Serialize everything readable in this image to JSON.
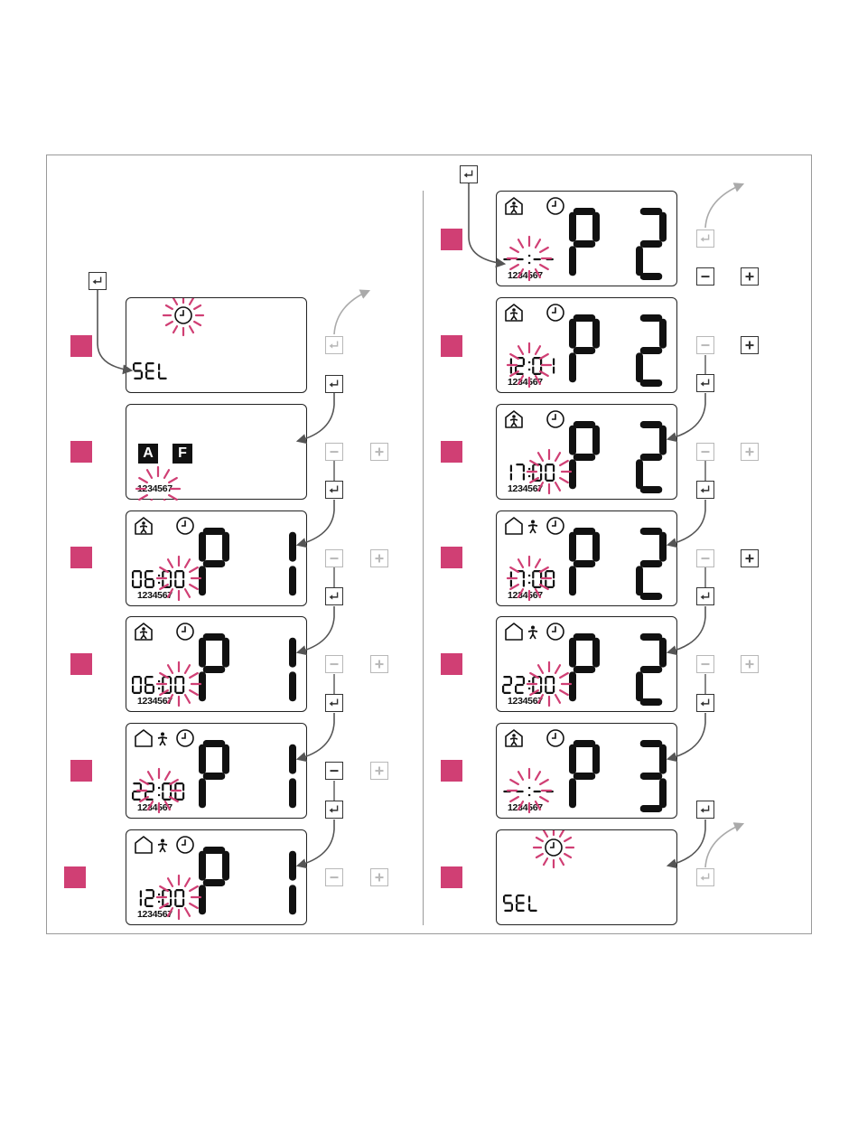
{
  "colors": {
    "marker": "#d03f74",
    "flash": "#d03f74",
    "lcd": "#111111",
    "button_dim": "#b8b8b8",
    "button": "#333333",
    "arrow": "#555555",
    "arrow_dim": "#aaaaaa"
  },
  "panels": [
    {
      "id": "l1",
      "sel_text": "SEL",
      "days": "",
      "program": "",
      "time": "",
      "icon": "clock",
      "flash": "clock"
    },
    {
      "id": "l2",
      "mode_a": "A",
      "mode_f": "F",
      "days": "1234567",
      "program": "",
      "time": "",
      "flash": "days"
    },
    {
      "id": "l3",
      "icon": "house-person-clock",
      "program": "P1",
      "time": "06:00",
      "days": "1234567",
      "flash": "time-minutes"
    },
    {
      "id": "l4",
      "icon": "house-person-clock",
      "program": "P1",
      "time": "06:00",
      "days": "1234567",
      "flash": "time-minutes"
    },
    {
      "id": "l5",
      "icon": "away-person-clock",
      "program": "P1",
      "time": "22:00",
      "days": "1234567",
      "flash": "time-hours"
    },
    {
      "id": "l6",
      "icon": "away-person-clock",
      "program": "P1",
      "time": "12:00",
      "days": "1234567",
      "flash": "time-minutes"
    },
    {
      "id": "r1",
      "icon": "house-person-clock",
      "program": "P2",
      "time": "--:--",
      "days": "1234567",
      "flash": "time-hours"
    },
    {
      "id": "r2",
      "icon": "house-person-clock",
      "program": "P2",
      "time": "12:01",
      "days": "1234567",
      "flash": "time-hours"
    },
    {
      "id": "r3",
      "icon": "house-person-clock",
      "program": "P2",
      "time": "17:00",
      "days": "1234567",
      "flash": "time-minutes"
    },
    {
      "id": "r4",
      "icon": "away-person-clock",
      "program": "P2",
      "time": "17:00",
      "days": "1234567",
      "flash": "time-hours"
    },
    {
      "id": "r5",
      "icon": "away-person-clock",
      "program": "P2",
      "time": "22:00",
      "days": "1234567",
      "flash": "time-minutes"
    },
    {
      "id": "r6",
      "icon": "house-person-clock",
      "program": "P3",
      "time": "--:--",
      "days": "1234567",
      "flash": "time-hours"
    },
    {
      "id": "r7",
      "sel_text": "SEL",
      "days": "",
      "program": "",
      "time": "",
      "icon": "clock",
      "flash": "clock"
    }
  ],
  "buttons": {
    "enter": "enter-icon",
    "minus": "minus-icon",
    "plus": "plus-icon"
  }
}
